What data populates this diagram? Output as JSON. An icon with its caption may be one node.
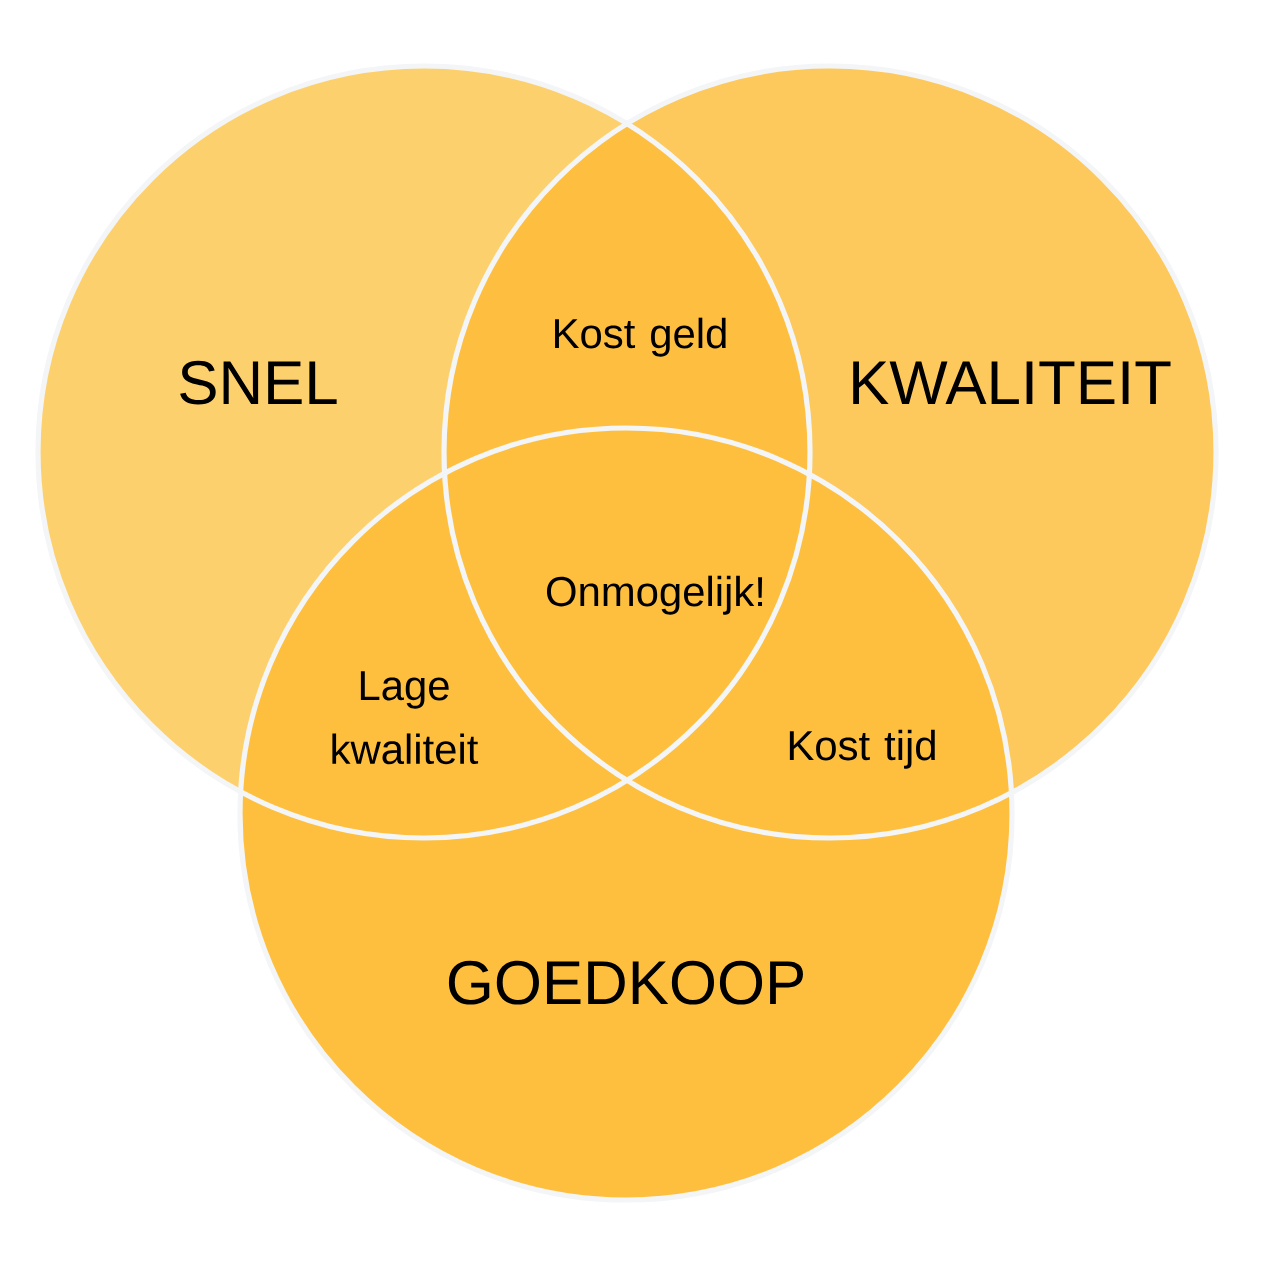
{
  "diagram": {
    "nodes": [
      {
        "text": [
          "SNEL"
        ]
      },
      {
        "text": [
          "KWALITEIT"
        ]
      },
      {
        "text": [
          "GOEDKOOP"
        ]
      }
    ],
    "labels": [
      "Kost geld",
      "Onmogelijk!",
      "Lage kwaliteit",
      "Kost tijd"
    ]
  }
}
